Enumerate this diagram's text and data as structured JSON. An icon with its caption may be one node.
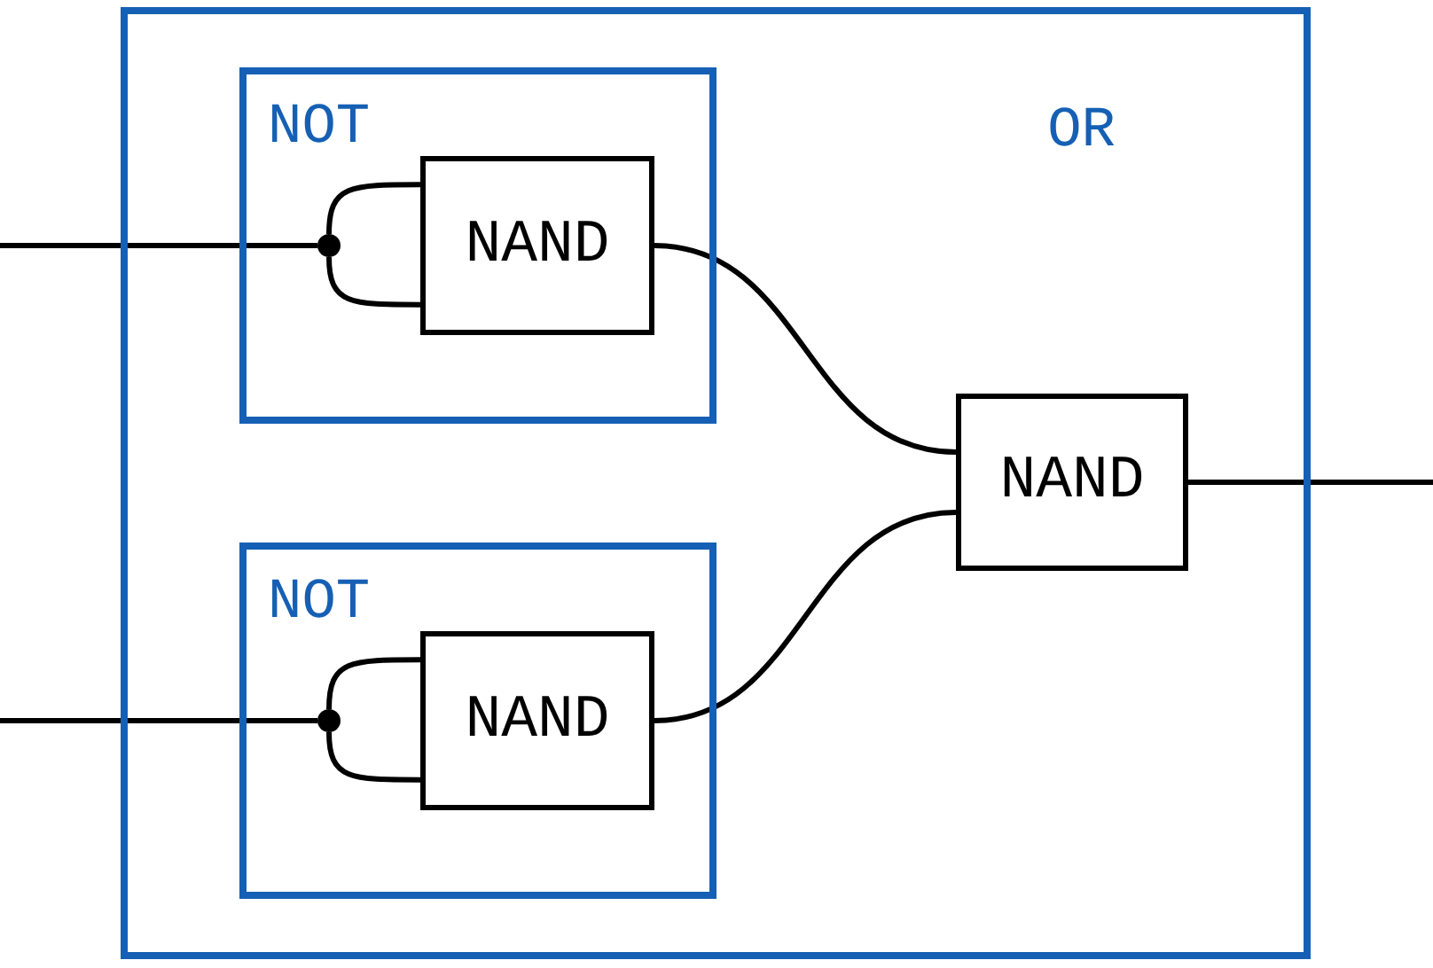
{
  "diagram": {
    "nodes": [
      {
        "text": [
          "OR"
        ]
      },
      {
        "text": [
          "NOT"
        ],
        "in": 0
      },
      {
        "text": [
          "NAND"
        ],
        "in": 1
      },
      {
        "text": [
          "NOT"
        ],
        "in": 0
      },
      {
        "text": [
          "NAND"
        ],
        "in": 3
      },
      {
        "text": [
          "NAND"
        ],
        "in": 0
      },
      {
        "text": [],
        "shape": "circle",
        "in": 1
      },
      {
        "text": [],
        "shape": "circle",
        "in": 3
      }
    ],
    "edges": [
      {
        "from": null,
        "to": 6,
        "arrow": "none"
      },
      {
        "from": 6,
        "to": 2,
        "arrow": "none"
      },
      {
        "from": 6,
        "to": 2,
        "arrow": "none"
      },
      {
        "from": null,
        "to": 7,
        "arrow": "none"
      },
      {
        "from": 7,
        "to": 4,
        "arrow": "none"
      },
      {
        "from": 7,
        "to": 4,
        "arrow": "none"
      },
      {
        "from": 2,
        "to": 5,
        "arrow": "none"
      },
      {
        "from": 4,
        "to": 5,
        "arrow": "none"
      },
      {
        "from": 5,
        "to": null,
        "arrow": "none"
      }
    ]
  }
}
